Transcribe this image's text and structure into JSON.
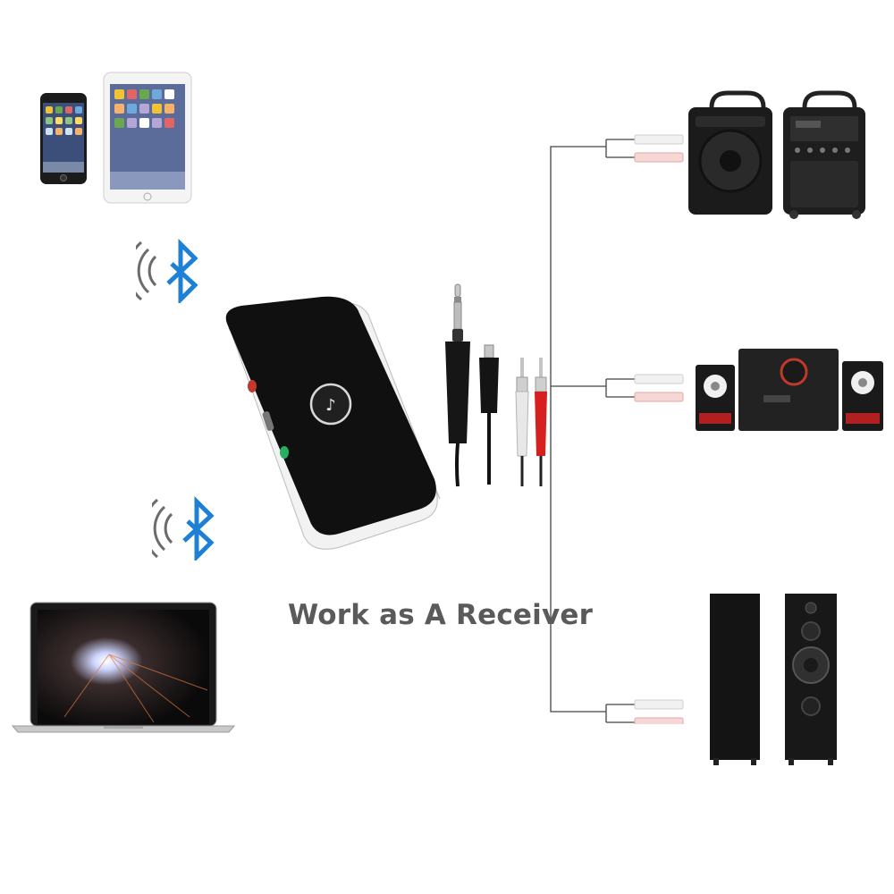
{
  "caption": "Work as A Receiver",
  "device": {
    "port_label_left": "",
    "port_label_right": ""
  },
  "sources": [
    {
      "name": "smartphone",
      "icon": "smartphone-icon"
    },
    {
      "name": "tablet",
      "icon": "tablet-icon"
    },
    {
      "name": "laptop",
      "icon": "laptop-icon"
    }
  ],
  "outputs": [
    {
      "name": "portable-pa-speakers",
      "icon": "pa-speaker-icon"
    },
    {
      "name": "desktop-speaker-system",
      "icon": "desktop-speakers-icon"
    },
    {
      "name": "floorstanding-speakers",
      "icon": "tower-speakers-icon"
    }
  ],
  "cables": [
    "3.5mm-aux-cable",
    "micro-usb-cable",
    "rca-cable"
  ],
  "colors": {
    "bluetooth": "#1d7fd6",
    "caption": "#5a5a5a",
    "device_body": "#111111",
    "rca_red": "#d62020",
    "rca_white": "#e8e8e8",
    "wire": "#444444"
  }
}
